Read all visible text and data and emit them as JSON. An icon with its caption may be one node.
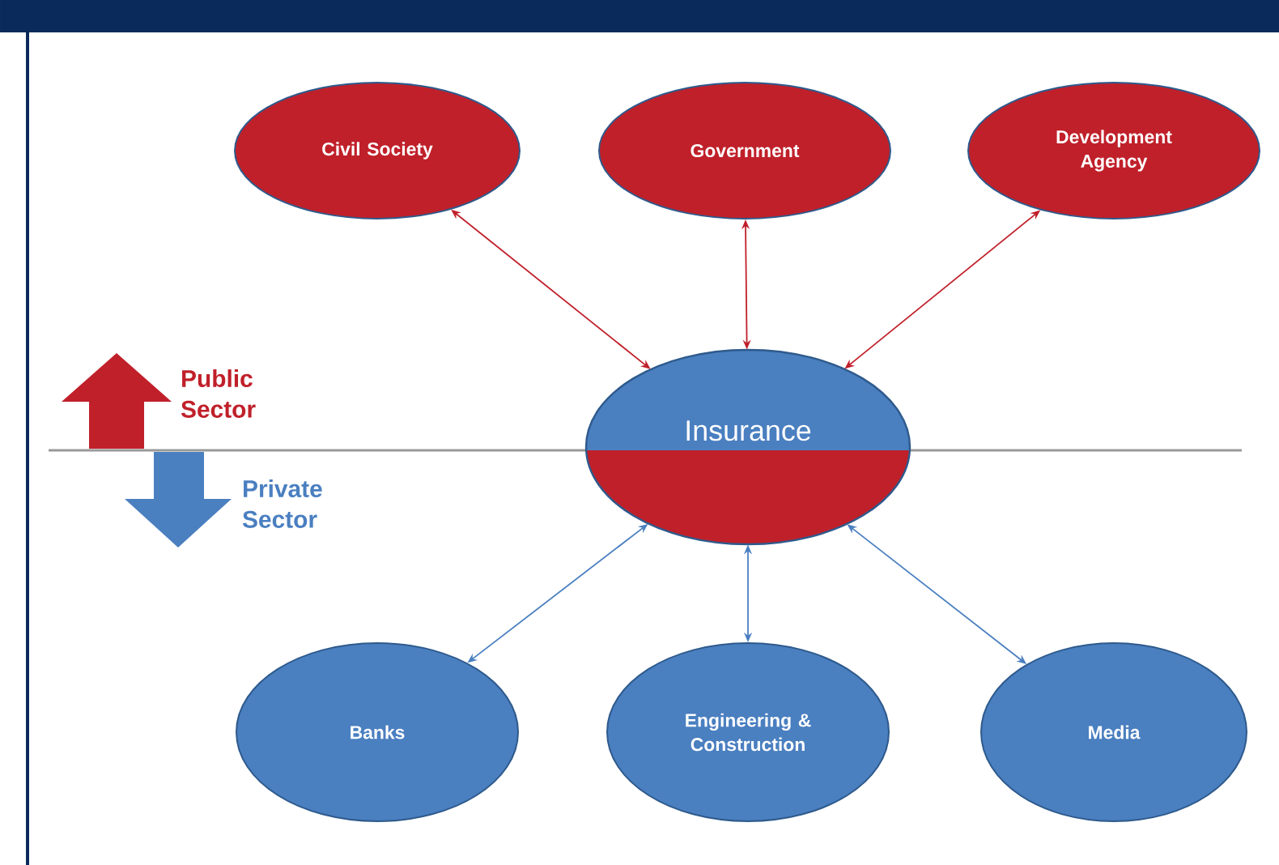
{
  "diagram": {
    "nodes": [
      {
        "text": [
          "Civil Society"
        ]
      },
      {
        "text": [
          "Government"
        ]
      },
      {
        "text": [
          "Development Agency"
        ]
      },
      {
        "text": [
          "Insurance"
        ]
      },
      {
        "text": [
          "Banks"
        ]
      },
      {
        "text": [
          "Engineering & Construction"
        ]
      },
      {
        "text": [
          "Media"
        ]
      }
    ],
    "edges": [
      {
        "from": 0,
        "to": 3,
        "arrow": "both",
        "color": "#c0202a"
      },
      {
        "from": 1,
        "to": 3,
        "arrow": "both",
        "color": "#c0202a"
      },
      {
        "from": 2,
        "to": 3,
        "arrow": "both",
        "color": "#c0202a"
      },
      {
        "from": 3,
        "to": 4,
        "arrow": "both",
        "color": "#4a7fc0"
      },
      {
        "from": 3,
        "to": 5,
        "arrow": "both",
        "color": "#4a7fc0"
      },
      {
        "from": 3,
        "to": 6,
        "arrow": "both",
        "color": "#4a7fc0"
      }
    ],
    "labels": [
      "Public Sector",
      "Private Sector"
    ]
  }
}
